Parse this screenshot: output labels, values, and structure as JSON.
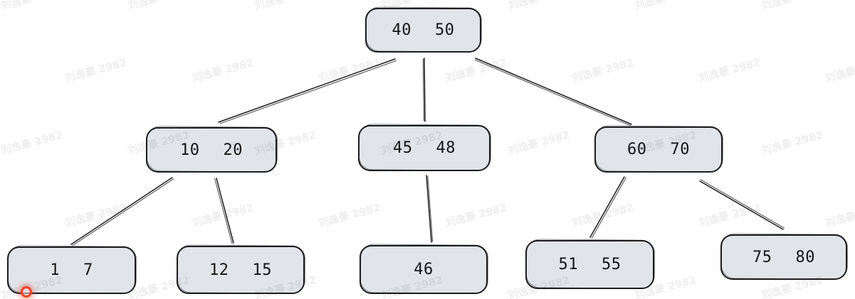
{
  "diagram": {
    "type": "b-tree",
    "tree": {
      "nodes": [
        {
          "id": "root",
          "level": 0,
          "keys": [
            "40",
            "50"
          ]
        },
        {
          "id": "n10-20",
          "level": 1,
          "keys": [
            "10",
            "20"
          ]
        },
        {
          "id": "n45-48",
          "level": 1,
          "keys": [
            "45",
            "48"
          ]
        },
        {
          "id": "n60-70",
          "level": 1,
          "keys": [
            "60",
            "70"
          ]
        },
        {
          "id": "n1-7",
          "level": 2,
          "keys": [
            "1",
            "7"
          ]
        },
        {
          "id": "n12-15",
          "level": 2,
          "keys": [
            "12",
            "15"
          ]
        },
        {
          "id": "n46",
          "level": 2,
          "keys": [
            "46"
          ]
        },
        {
          "id": "n51-55",
          "level": 2,
          "keys": [
            "51",
            "55"
          ]
        },
        {
          "id": "n75-80",
          "level": 2,
          "keys": [
            "75",
            "80"
          ]
        }
      ],
      "edges": [
        [
          "root",
          "n10-20"
        ],
        [
          "root",
          "n45-48"
        ],
        [
          "root",
          "n60-70"
        ],
        [
          "n10-20",
          "n1-7"
        ],
        [
          "n10-20",
          "n12-15"
        ],
        [
          "n45-48",
          "n46"
        ],
        [
          "n60-70",
          "n51-55"
        ],
        [
          "n60-70",
          "n75-80"
        ]
      ]
    }
  },
  "watermark": {
    "text": "刘逸豪 2982"
  },
  "colors": {
    "background": "#ffffff",
    "node_fill": "#e1e4e8",
    "ink": "#1c1c1f",
    "indicator_red": "#e8452c"
  }
}
